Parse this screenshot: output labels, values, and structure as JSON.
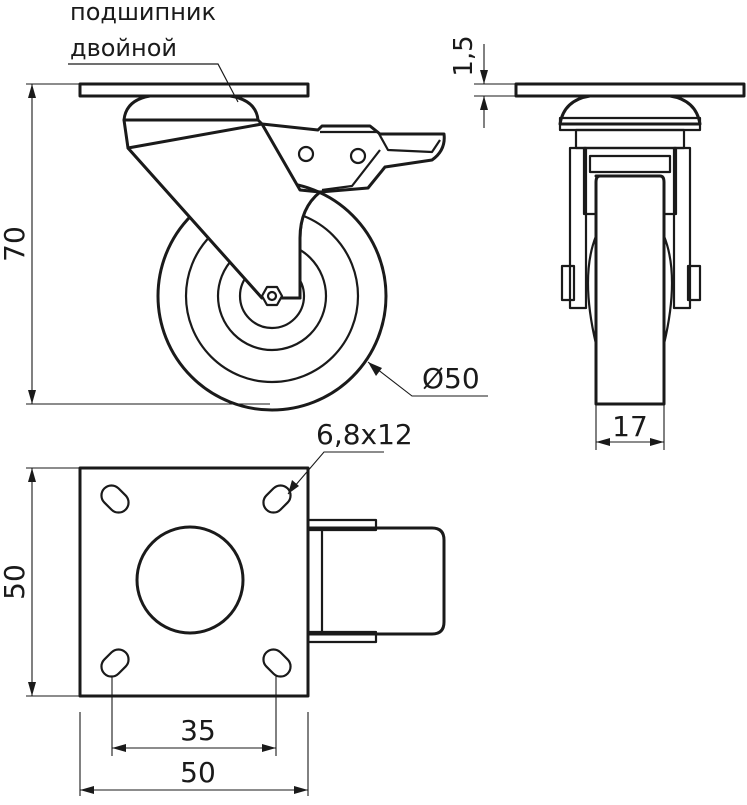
{
  "labels": {
    "bearing_line1": "подшипник",
    "bearing_line2": "двойной",
    "height_total": "70",
    "plate_thickness": "1,5",
    "wheel_diameter": "Ø50",
    "wheel_width": "17",
    "slot_size": "6,8x12",
    "plate_height": "50",
    "hole_spacing": "35",
    "plate_width": "50"
  },
  "colors": {
    "line": "#1a1a1a",
    "background": "#ffffff"
  }
}
